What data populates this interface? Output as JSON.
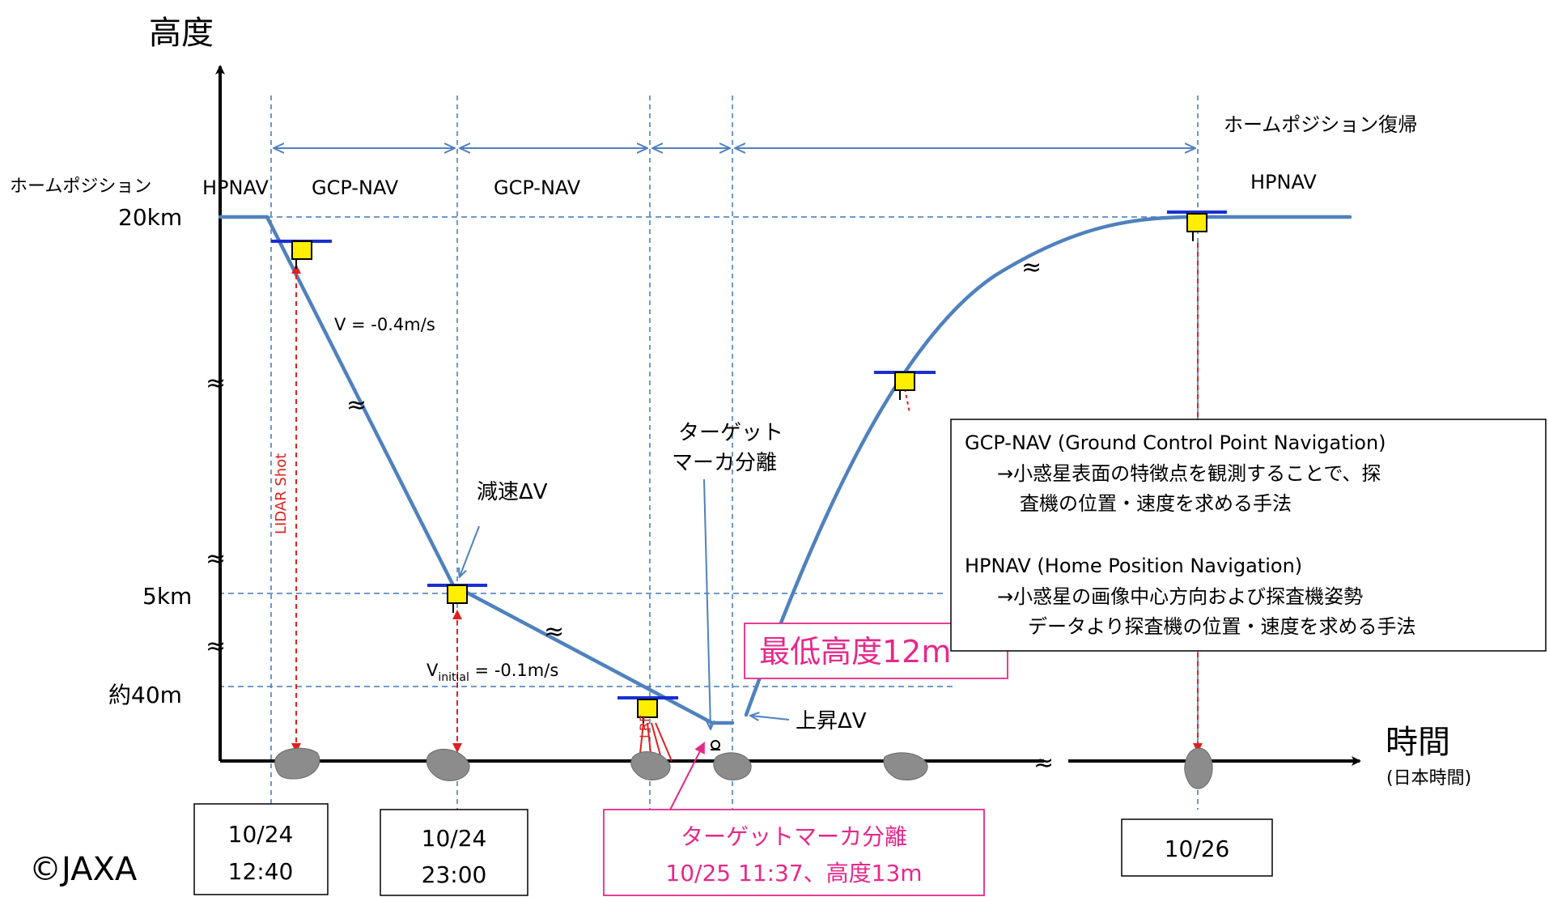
{
  "axes": {
    "y_title": "高度",
    "x_title": "時間",
    "x_subtitle": "(日本時間)"
  },
  "altitude_labels": {
    "home_position": "ホームポジション",
    "km20": "20km",
    "km5": "5km",
    "m40": "約40m"
  },
  "phase_labels": {
    "hpnav_left": "HPNAV",
    "gcpnav_1": "GCP-NAV",
    "gcpnav_2": "GCP-NAV",
    "hpnav_right": "HPNAV",
    "home_return": "ホームポジション復帰"
  },
  "annotations": {
    "lidar": "LIDAR Shot",
    "velocity_1": "V = -0.4m/s",
    "decel": "減速ΔV",
    "v_initial_prefix": "V",
    "v_initial_sub": "initial",
    "v_initial_suffix": " = -0.1m/s",
    "target_sep_1": "ターゲット",
    "target_sep_2": "マーカ分離",
    "lrf": "LRF",
    "ascent": "上昇ΔV",
    "wavy": "≈"
  },
  "min_altitude": "最低高度12m",
  "legend": {
    "gcp_title": "GCP-NAV (Ground Control Point Navigation)",
    "gcp_desc_1": "→小惑星表面の特徴点を観測することで、探",
    "gcp_desc_2": "査機の位置・速度を求める手法",
    "hp_title": "HPNAV (Home Position Navigation)",
    "hp_desc_1": "→小惑星の画像中心方向および探査機姿勢",
    "hp_desc_2": "データより探査機の位置・速度を求める手法"
  },
  "time_boxes": {
    "t1_date": "10/24",
    "t1_time": "12:40",
    "t2_date": "10/24",
    "t2_time": "23:00",
    "t3_line1": "ターゲットマーカ分離",
    "t3_line2": "10/25 11:37、高度13m",
    "t4_date": "10/26"
  },
  "credit": "©JAXA",
  "colors": {
    "trajectory": "#4f81bd",
    "guide": "#3f78b8",
    "highlight": "#e6288a",
    "lidar": "#e02020",
    "spacecraft": "#ffee00",
    "panel": "#1a2fd0"
  }
}
